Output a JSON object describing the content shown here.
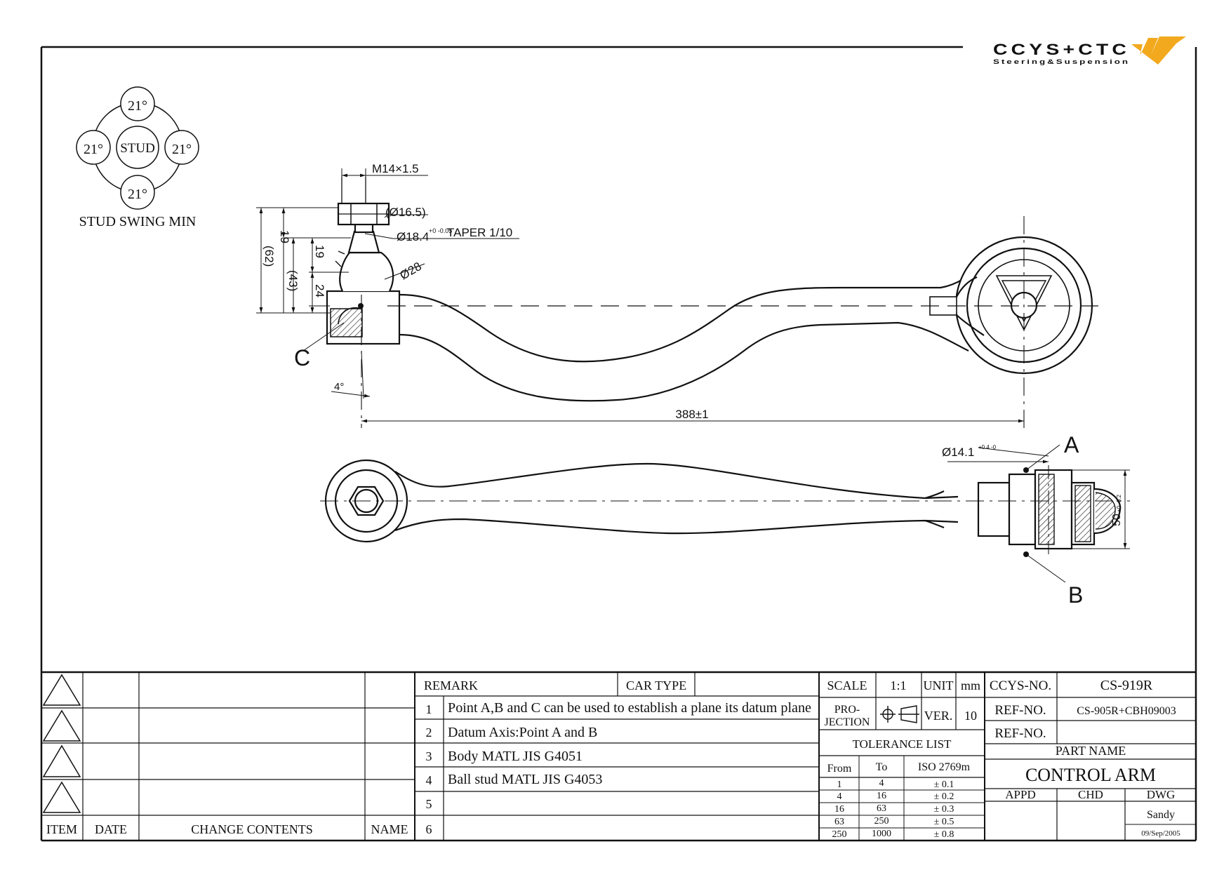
{
  "logo": {
    "wordmark": "CCYS+CTC",
    "tagline": "Steering&Suspension"
  },
  "swing": {
    "caption": "STUD SWING MIN",
    "center": "STUD",
    "angles": [
      "21°",
      "21°",
      "21°",
      "21°"
    ]
  },
  "dims": {
    "thread": "M14×1.5",
    "nut_dia": "(Ø16.5)",
    "taper": "Ø18.4",
    "taper_tol": "+0 -0.05",
    "taper_ratio": "TAPER 1/10",
    "boot_dia": "Ø28",
    "h19a": "19",
    "h62": "(62)",
    "h43": "(43)",
    "h19b": "19",
    "h24": "24",
    "angle4": "4°",
    "length": "388±1",
    "bush_dia": "Ø14.1",
    "bush_tol": "+0.4 -0",
    "bush_width": "50",
    "bush_width_tol": "+0 -0.2"
  },
  "points": {
    "a": "A",
    "b": "B",
    "c": "C"
  },
  "revision": {
    "headers": {
      "item": "ITEM",
      "date": "DATE",
      "change": "CHANGE CONTENTS",
      "name": "NAME"
    }
  },
  "remarks": {
    "header": "REMARK",
    "car_type_label": "CAR TYPE",
    "car_type_value": "",
    "rows": [
      {
        "no": "1",
        "text": "Point A,B and C can be used to establish a plane its datum plane"
      },
      {
        "no": "2",
        "text": "Datum Axis:Point A and B"
      },
      {
        "no": "3",
        "text": "Body MATL JIS G4051"
      },
      {
        "no": "4",
        "text": "Ball stud MATL JIS G4053"
      },
      {
        "no": "5",
        "text": ""
      },
      {
        "no": "6",
        "text": ""
      }
    ]
  },
  "meta": {
    "scale_label": "SCALE",
    "scale": "1:1",
    "unit_label": "UNIT",
    "unit": "mm",
    "projection_label_1": "PRO-",
    "projection_label_2": "JECTION",
    "ver_label": "VER.",
    "ver": "10"
  },
  "tolerance": {
    "title": "TOLERANCE LIST",
    "headers": {
      "from": "From",
      "to": "To",
      "iso": "ISO 2769m"
    },
    "rows": [
      {
        "from": "1",
        "to": "4",
        "tol": "± 0.1"
      },
      {
        "from": "4",
        "to": "16",
        "tol": "± 0.2"
      },
      {
        "from": "16",
        "to": "63",
        "tol": "± 0.3"
      },
      {
        "from": "63",
        "to": "250",
        "tol": "± 0.5"
      },
      {
        "from": "250",
        "to": "1000",
        "tol": "± 0.8"
      }
    ]
  },
  "ident": {
    "ccys_label": "CCYS-NO.",
    "ccys": "CS-919R",
    "ref_label": "REF-NO.",
    "ref": "CS-905R+CBH09003",
    "ref2_label": "REF-NO.",
    "ref2": "",
    "part_name_label": "PART NAME",
    "part_name": "CONTROL ARM",
    "appd": "APPD",
    "chd": "CHD",
    "dwg": "DWG",
    "drawn_by": "Sandy",
    "date": "09/Sep/2005"
  }
}
